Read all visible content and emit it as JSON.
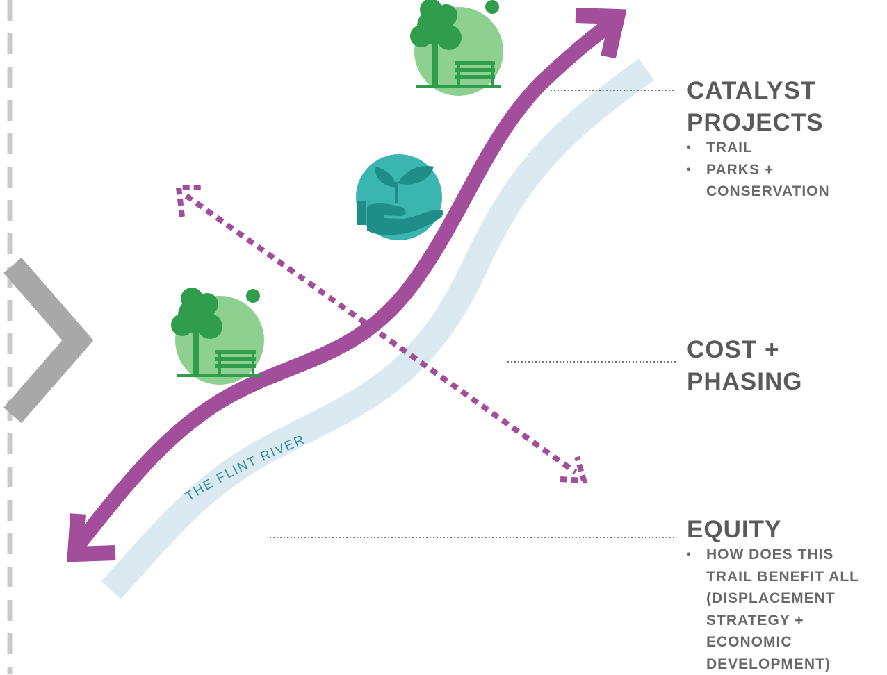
{
  "river_label": "THE FLINT RIVER",
  "sections": [
    {
      "heading_lines": [
        "CATALYST",
        "PROJECTS"
      ],
      "bullets": [
        "TRAIL",
        "PARKS +\nCONSERVATION"
      ]
    },
    {
      "heading_lines": [
        "COST +",
        "PHASING"
      ],
      "bullets": []
    },
    {
      "heading_lines": [
        "EQUITY"
      ],
      "bullets": [
        "HOW DOES THIS\nTRAIL BENEFIT ALL\n(DISPLACEMENT\nSTRATEGY +\nECONOMIC\nDEVELOPMENT)"
      ]
    }
  ],
  "colors": {
    "trail": "#a24e9b",
    "river": "#dbe9f1",
    "park_circle": "#8ed08f",
    "park_icon": "#2f9d4c",
    "conservation_circle": "#3bb5b0",
    "conservation_icon": "#1f8d88",
    "heading_text": "#5a5a5a",
    "chevron": "#a8a8a8"
  },
  "icons": [
    "park-icon",
    "conservation-hand-icon",
    "park-icon"
  ]
}
